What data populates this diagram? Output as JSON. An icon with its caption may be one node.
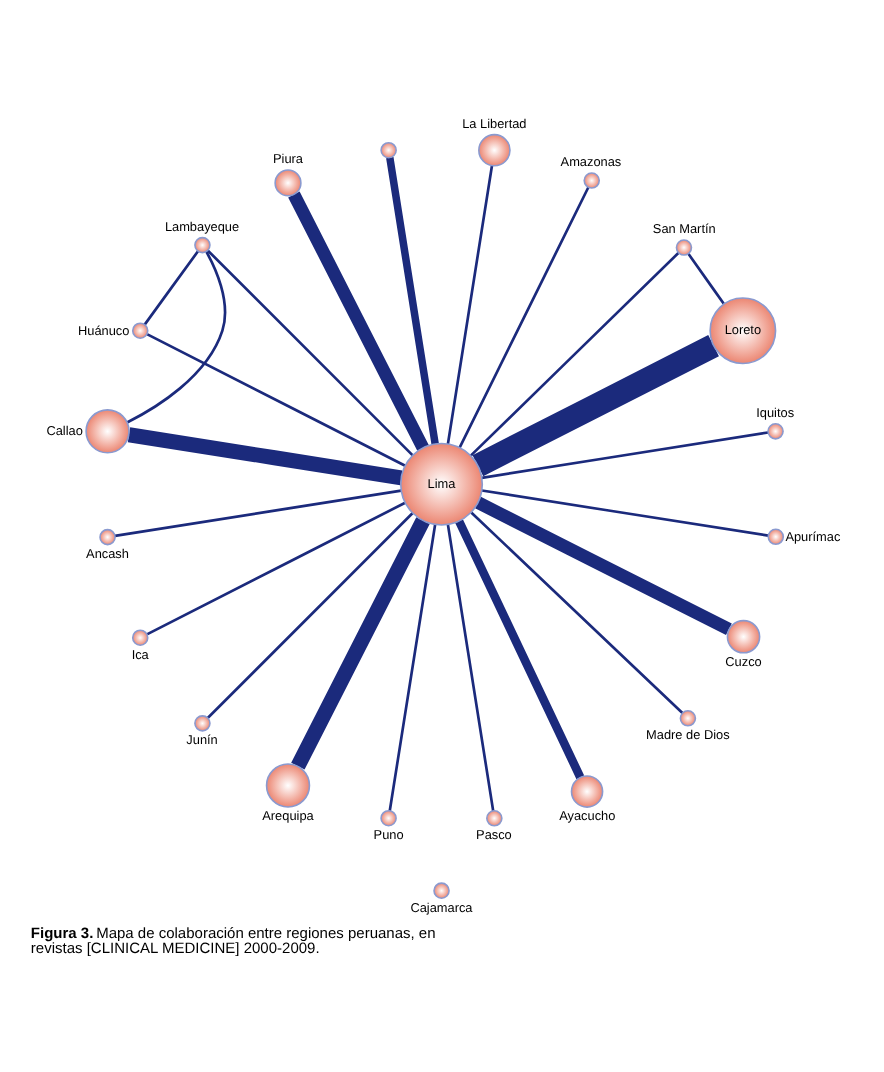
{
  "diagram": {
    "caption": "**Figura 3.** Mapa de colaboración entre regiones peruanas, en revistas [CLINICAL MEDICINE] 2000-2009.",
    "nodes": [
      {
        "text": [],
        "shape": "circle"
      },
      {
        "text": [
          "Amazonas"
        ]
      },
      {
        "text": [
          "La Libertad"
        ]
      },
      {
        "text": [
          "Piura"
        ]
      },
      {
        "text": [
          "San Martín"
        ]
      },
      {
        "text": [
          "Cajamarca"
        ]
      },
      {
        "text": [
          "Lambayeque"
        ]
      },
      {
        "text": [
          "Loreto"
        ]
      },
      {
        "text": [
          "Huánuco"
        ]
      },
      {
        "text": [
          "Iquitos"
        ]
      },
      {
        "text": [
          "Callao"
        ]
      },
      {
        "text": [
          "Lima"
        ]
      },
      {
        "text": [
          "Apurímac"
        ]
      },
      {
        "text": [
          "Cuzco"
        ]
      },
      {
        "text": [
          "Ancash"
        ]
      },
      {
        "text": [
          "Madre de Dios"
        ]
      },
      {
        "text": [
          "Ayacucho"
        ]
      },
      {
        "text": [
          "Arequipa"
        ]
      },
      {
        "text": [
          "Junín"
        ]
      },
      {
        "text": [
          "Ica"
        ]
      },
      {
        "text": [
          "Pasco"
        ]
      },
      {
        "text": [
          "Puno"
        ]
      }
    ],
    "edges": [
      {
        "from": 11,
        "to": 0,
        "arrow": "none",
        "style": "thick"
      },
      {
        "from": 11,
        "to": 2,
        "arrow": "none"
      },
      {
        "from": 11,
        "to": 1,
        "arrow": "none"
      },
      {
        "from": 11,
        "to": 4,
        "arrow": "none"
      },
      {
        "from": 4,
        "to": 7,
        "arrow": "none"
      },
      {
        "from": 11,
        "to": 7,
        "arrow": "none",
        "style": "thick"
      },
      {
        "from": 11,
        "to": 9,
        "arrow": "none"
      },
      {
        "from": 11,
        "to": 12,
        "arrow": "none"
      },
      {
        "from": 11,
        "to": 13,
        "arrow": "none",
        "style": "thick"
      },
      {
        "from": 11,
        "to": 15,
        "arrow": "none"
      },
      {
        "from": 11,
        "to": 16,
        "arrow": "none",
        "style": "thick"
      },
      {
        "from": 11,
        "to": 20,
        "arrow": "none"
      },
      {
        "from": 11,
        "to": 21,
        "arrow": "none"
      },
      {
        "from": 11,
        "to": 17,
        "arrow": "none",
        "style": "thick"
      },
      {
        "from": 11,
        "to": 18,
        "arrow": "none"
      },
      {
        "from": 11,
        "to": 19,
        "arrow": "none"
      },
      {
        "from": 11,
        "to": 14,
        "arrow": "none"
      },
      {
        "from": 11,
        "to": 10,
        "arrow": "none",
        "style": "thick"
      },
      {
        "from": 11,
        "to": 8,
        "arrow": "none"
      },
      {
        "from": 11,
        "to": 6,
        "arrow": "none"
      },
      {
        "from": 6,
        "to": 8,
        "arrow": "none"
      },
      {
        "from": 6,
        "to": 10,
        "arrow": "none"
      },
      {
        "from": 11,
        "to": 3,
        "arrow": "none",
        "style": "thick"
      }
    ]
  }
}
